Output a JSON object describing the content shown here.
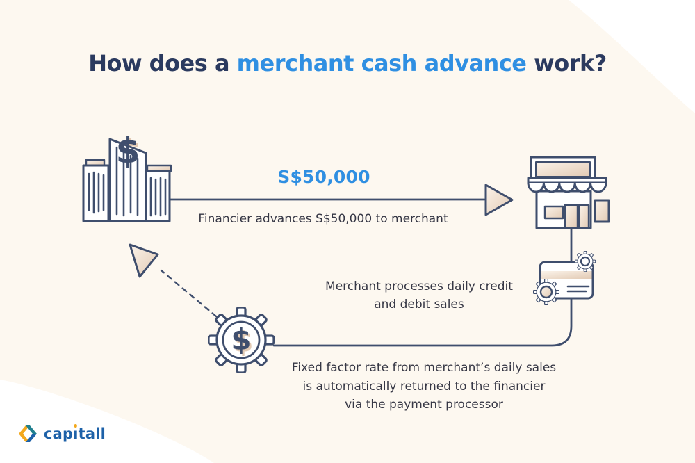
{
  "title": {
    "prefix": "How does a ",
    "highlight": "merchant cash advance",
    "suffix": " work?"
  },
  "steps": {
    "amount": "S$50,000",
    "advance_caption": "Financier advances S$50,000 to merchant",
    "process_lines": [
      "Merchant processes daily credit",
      "and debit sales"
    ],
    "repay_lines": [
      "Fixed factor rate from merchant’s daily sales",
      "is automatically returned to the financier",
      "via the payment processor"
    ]
  },
  "icons": {
    "building_dollar": "$",
    "gear_dollar": "$",
    "names": [
      "financier-building-icon",
      "arrowhead-right-icon",
      "merchant-storefront-icon",
      "credit-card-gears-icon",
      "dollar-gear-icon",
      "arrowhead-upleft-icon"
    ]
  },
  "logo": {
    "part1": "cap",
    "dotless_i": "ı",
    "part2": "tall"
  },
  "colors": {
    "accent_blue": "#2f8fe2",
    "title_navy": "#2b3a5f",
    "outline_navy": "#3f4e6d",
    "body_text": "#363745",
    "beige": "#e2cab4",
    "background_cream": "#fdf8f0",
    "logo_blue": "#1d61a8",
    "logo_yellow": "#f3a81c",
    "logo_teal": "#20808f"
  }
}
